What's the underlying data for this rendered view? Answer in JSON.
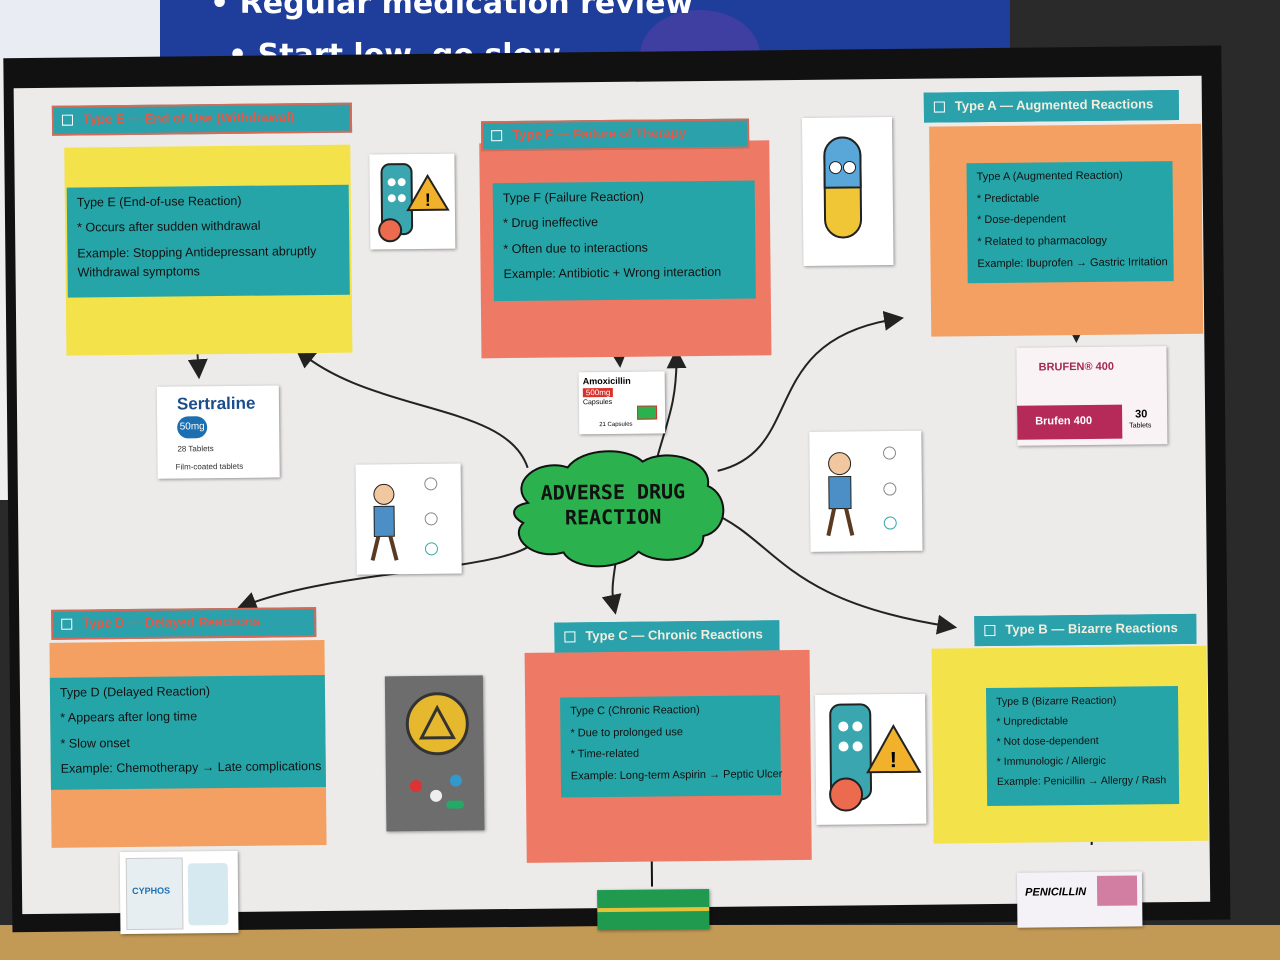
{
  "banner": {
    "line1": "• Regular medication review",
    "line2": "• Start low, go slow"
  },
  "center": {
    "line1": "ADVERSE DRUG",
    "line2": "REACTION"
  },
  "typeE": {
    "title": "Type E — End of Use (Withdrawal)",
    "lines": [
      "Type E (End-of-use Reaction)",
      "* Occurs after sudden withdrawal",
      "Example: Stopping Antidepressant abruptly",
      "Withdrawal symptoms"
    ]
  },
  "typeF": {
    "title": "Type F — Failure of Therapy",
    "lines": [
      "Type F (Failure Reaction)",
      "* Drug ineffective",
      "* Often due to interactions",
      "Example: Antibiotic + Wrong interaction"
    ]
  },
  "typeA": {
    "title": "Type A — Augmented Reactions",
    "lines": [
      "Type A (Augmented Reaction)",
      "* Predictable",
      "* Dose-dependent",
      "* Related to pharmacology",
      "Example: Ibuprofen → Gastric Irritation"
    ]
  },
  "typeD": {
    "title": "Type D — Delayed Reactions",
    "lines": [
      "Type D (Delayed Reaction)",
      "* Appears after long time",
      "* Slow onset",
      "Example: Chemotherapy → Late complications"
    ]
  },
  "typeC": {
    "title": "Type C — Chronic Reactions",
    "lines": [
      "Type C (Chronic Reaction)",
      "* Due to prolonged use",
      "* Time-related",
      "Example: Long-term Aspirin → Peptic Ulcer"
    ]
  },
  "typeB": {
    "title": "Type B — Bizarre Reactions",
    "lines": [
      "Type B (Bizarre Reaction)",
      "* Unpredictable",
      "* Not dose-dependent",
      "* Immunologic / Allergic",
      "Example: Penicillin → Allergy / Rash"
    ]
  },
  "sertraline": {
    "name": "Sertraline",
    "dose": "50mg",
    "count": "28 Tablets",
    "form": "Film-coated tablets"
  },
  "amoxicillin": {
    "name": "Amoxicillin",
    "dose": "500mg",
    "form": "Capsules",
    "count": "21 Capsules"
  },
  "brufen": {
    "name": "BRUFEN® 400",
    "label": "Brufen 400",
    "count": "30",
    "unit": "Tablets"
  },
  "cyphos": {
    "name": "CYPHOS"
  },
  "penicillin": {
    "name": "PENICILLIN"
  },
  "colors": {
    "yellow": "#f4e24a",
    "salmon": "#ee7a66",
    "orange": "#f3a062",
    "teal": "#26a5a8",
    "green": "#2bb14d",
    "banner": "#1f3d9a"
  }
}
